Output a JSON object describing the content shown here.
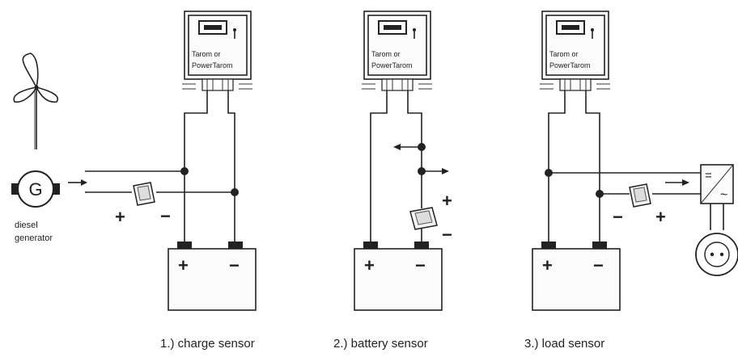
{
  "controller_label_line1": "Tarom or",
  "controller_label_line2": "PowerTarom",
  "generator": {
    "symbol": "G",
    "label_line1": "diesel",
    "label_line2": "generator"
  },
  "battery": {
    "plus": "+",
    "minus": "−"
  },
  "sensor_signs": {
    "charge": {
      "plus": "+",
      "minus": "−"
    },
    "battery": {
      "plus": "+",
      "minus": "−"
    },
    "load": {
      "plus": "+",
      "minus": "−"
    }
  },
  "inverter_symbols": {
    "dc": "=",
    "ac": "~"
  },
  "captions": {
    "charge": "1.) charge sensor",
    "battery": "2.) battery sensor",
    "load": "3.) load sensor"
  }
}
